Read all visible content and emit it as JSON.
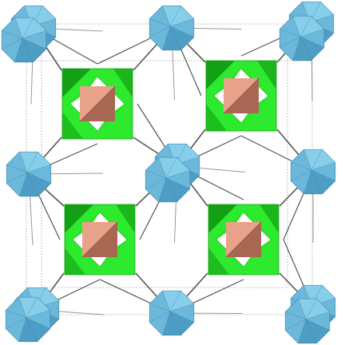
{
  "scene": {
    "background": "#ffffff",
    "colors": {
      "icosahedron_light": "#87CEEB",
      "icosahedron_mid": "#6BB8DA",
      "icosahedron_dark": "#4E9DC4",
      "icosahedron_edge": "#3B7FA3",
      "green_light": "#2EEA2E",
      "green_dark": "#14A014",
      "octahedron_light": "#E8A28A",
      "octahedron_dark": "#A86752",
      "bond": "#555555",
      "cell_edge": "#9a9a9a"
    },
    "polyhedra": [
      {
        "kind": "icosahedron",
        "label": "corner-icosahedron"
      },
      {
        "kind": "icosahedron",
        "label": "face-icosahedron"
      },
      {
        "kind": "green-cage",
        "label": "green-cage"
      },
      {
        "kind": "octahedron",
        "label": "center-octahedron"
      }
    ]
  }
}
